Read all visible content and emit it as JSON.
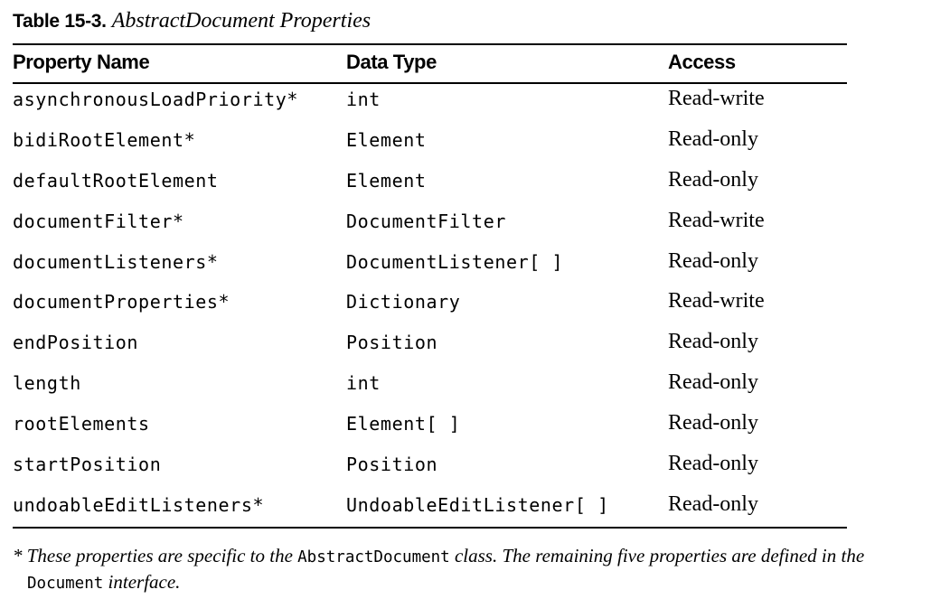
{
  "caption": {
    "label": "Table 15-3.",
    "title": "AbstractDocument Properties"
  },
  "table": {
    "headers": [
      "Property Name",
      "Data Type",
      "Access"
    ],
    "rows": [
      [
        "asynchronousLoadPriority*",
        "int",
        "Read-write"
      ],
      [
        "bidiRootElement*",
        "Element",
        "Read-only"
      ],
      [
        "defaultRootElement",
        "Element",
        "Read-only"
      ],
      [
        "documentFilter*",
        "DocumentFilter",
        "Read-write"
      ],
      [
        "documentListeners*",
        "DocumentListener[ ]",
        "Read-only"
      ],
      [
        "documentProperties*",
        "Dictionary",
        "Read-write"
      ],
      [
        "endPosition",
        "Position",
        "Read-only"
      ],
      [
        "length",
        "int",
        "Read-only"
      ],
      [
        "rootElements",
        "Element[ ]",
        "Read-only"
      ],
      [
        "startPosition",
        "Position",
        "Read-only"
      ],
      [
        "undoableEditListeners*",
        "UndoableEditListener[ ]",
        "Read-only"
      ]
    ]
  },
  "footnote": {
    "part1": "* These properties are specific to the ",
    "code1": "AbstractDocument",
    "part2": " class. The remaining five properties are defined in the",
    "code2": "Document",
    "part3": " interface."
  }
}
